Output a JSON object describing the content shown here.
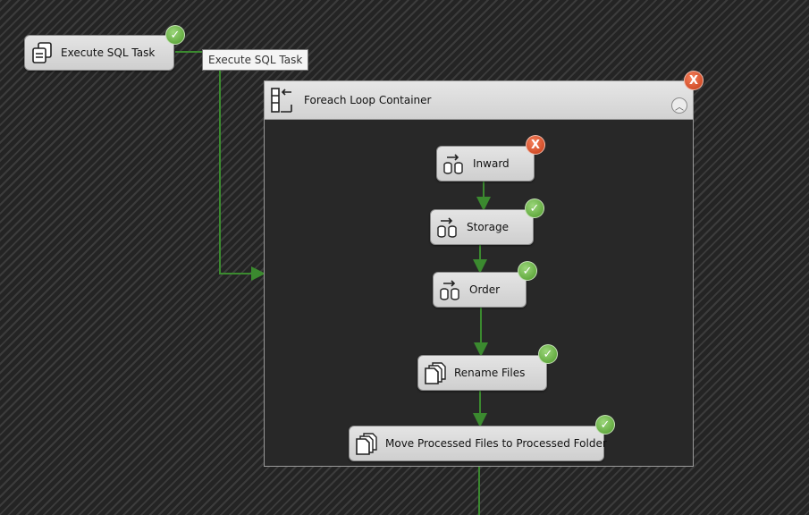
{
  "colors": {
    "connector": "#3b8a2f",
    "success": "#5aa832",
    "failure": "#d2491c"
  },
  "tasks": {
    "execute_sql": {
      "label": "Execute SQL Task",
      "status": "success",
      "icon": "sql-task-icon"
    },
    "inward": {
      "label": "Inward",
      "status": "failure",
      "icon": "data-flow-icon"
    },
    "storage": {
      "label": "Storage",
      "status": "success",
      "icon": "data-flow-icon"
    },
    "order": {
      "label": "Order",
      "status": "success",
      "icon": "data-flow-icon"
    },
    "rename_files": {
      "label": "Rename Files",
      "status": "success",
      "icon": "file-system-icon"
    },
    "move_files": {
      "label": "Move Processed Files to Processed Folder",
      "status": "success",
      "icon": "file-system-icon"
    }
  },
  "container": {
    "label": "Foreach Loop Container",
    "status": "failure",
    "icon": "foreach-loop-icon"
  },
  "tooltip": {
    "text": "Execute SQL Task"
  },
  "badges": {
    "success_glyph": "✓",
    "failure_glyph": "X"
  },
  "collapse_glyph": "︿"
}
